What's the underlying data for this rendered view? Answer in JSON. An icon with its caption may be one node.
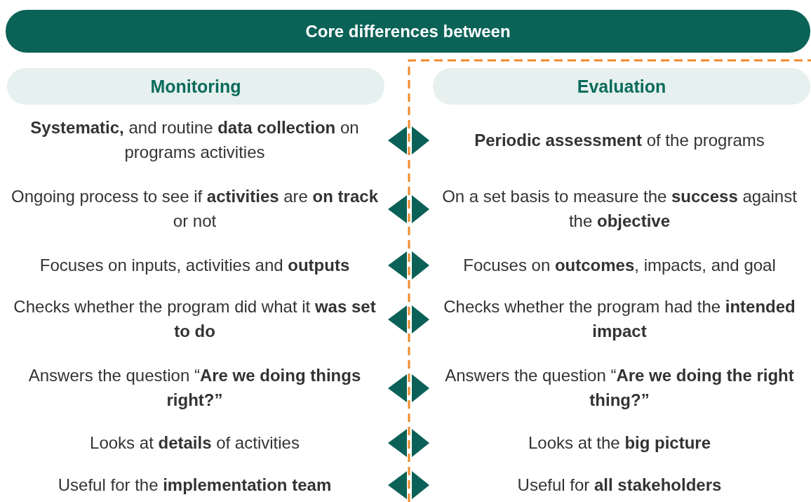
{
  "diagram": {
    "nodes": [
      {
        "text": [
          "Core differences between"
        ]
      },
      {
        "text": [
          "Monitoring"
        ]
      },
      {
        "text": [
          "Evaluation"
        ]
      }
    ],
    "labels": [
      "**Systematic,** and routine **data collection** on programs activities",
      "**Periodic assessment** of the programs",
      "Ongoing process to see if **activities** are **on track** or not",
      "On a set basis to measure the **success** against the **objective**",
      "Focuses on inputs, activities and **outputs**",
      "Focuses on **outcomes**, impacts, and goal",
      "Checks whether the program did what it **was set to do**",
      "Checks whether the program had the **intended impact**",
      "Answers the question “**Are we doing things right?”**",
      "Answers the question “**Are we doing the right thing?”**",
      "Looks at **details** of activities",
      "Looks at the **big picture**",
      "Useful for the **implementation team**",
      "Useful for **all stakeholders**"
    ]
  }
}
